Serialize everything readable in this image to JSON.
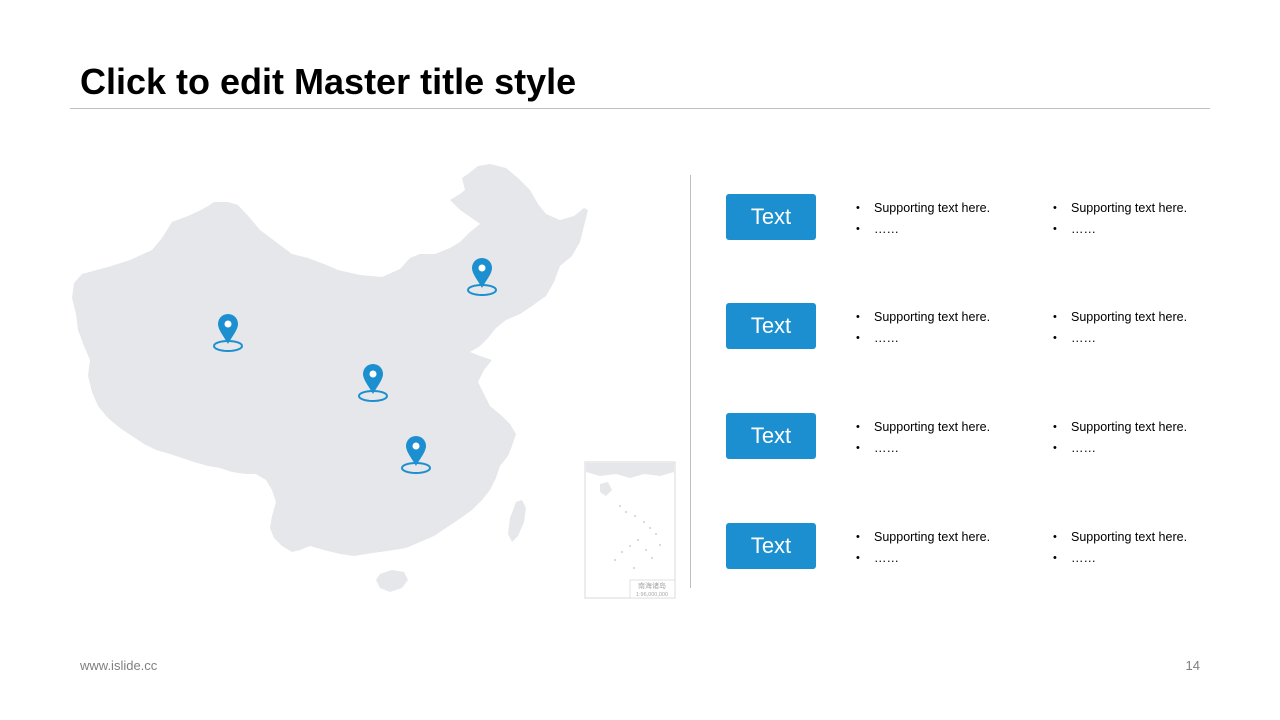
{
  "slide": {
    "title": "Click to edit Master title style",
    "footer_url": "www.islide.cc",
    "page_number": "14"
  },
  "map": {
    "fill_color": "#e6e7ea",
    "marker_color": "#1b8fd0",
    "inset_caption_line1": "南海诸岛",
    "inset_caption_line2": "1:96,000,000"
  },
  "rows": [
    {
      "label": "Text",
      "col1": [
        "Supporting text here.",
        "……"
      ],
      "col2": [
        "Supporting text here.",
        "……"
      ]
    },
    {
      "label": "Text",
      "col1": [
        "Supporting text here.",
        "……"
      ],
      "col2": [
        "Supporting text here.",
        "……"
      ]
    },
    {
      "label": "Text",
      "col1": [
        "Supporting text here.",
        "……"
      ],
      "col2": [
        "Supporting text here.",
        "……"
      ]
    },
    {
      "label": "Text",
      "col1": [
        "Supporting text here.",
        "……"
      ],
      "col2": [
        "Supporting text here.",
        "……"
      ]
    }
  ],
  "colors": {
    "accent": "#1b8fd0",
    "divider": "#bfbfbf",
    "footer_text": "#7f7f7f"
  }
}
